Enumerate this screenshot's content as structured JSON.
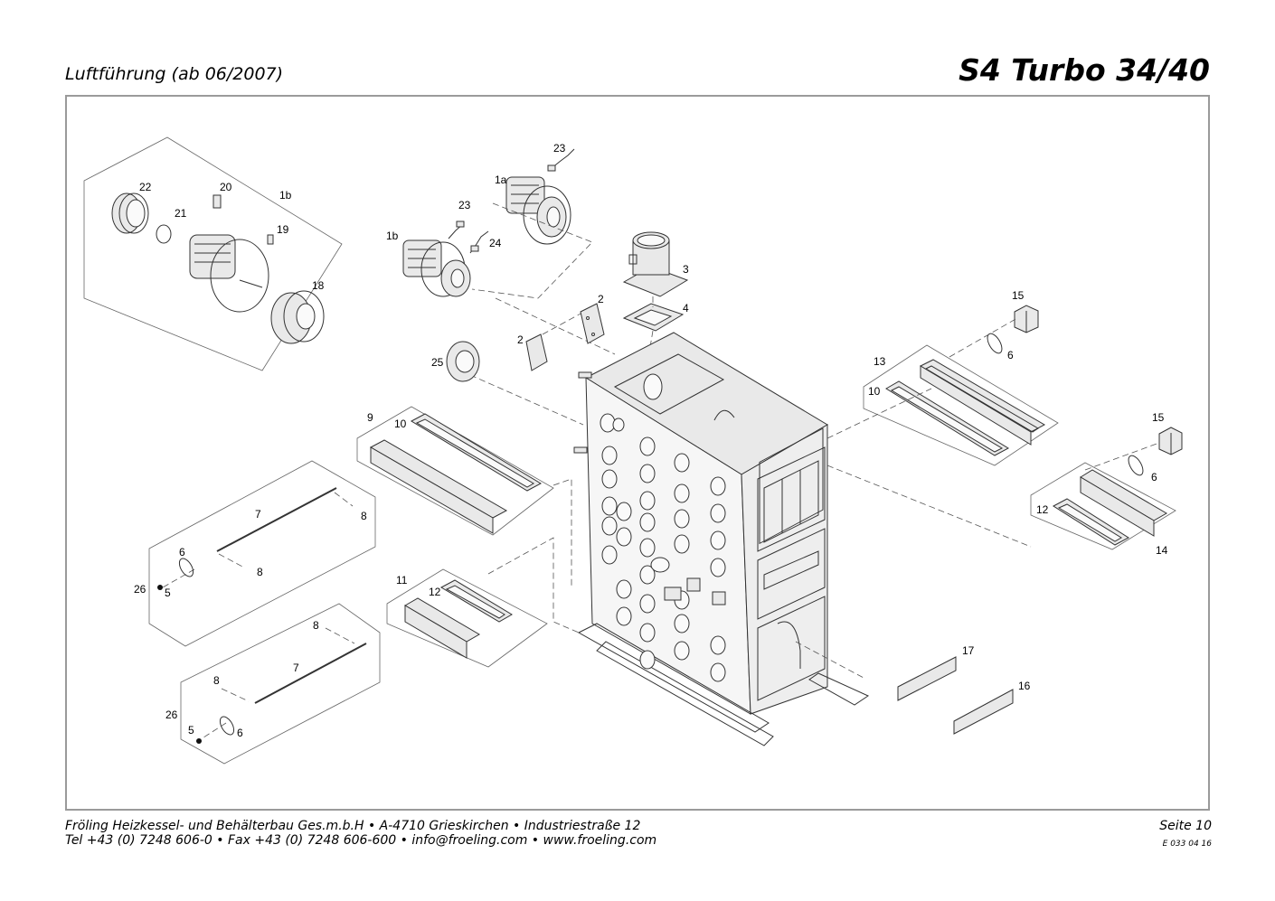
{
  "header": {
    "section_title": "Luftführung (ab 06/2007)",
    "model_title": "S4 Turbo 34/40"
  },
  "footer": {
    "company_line": "Fröling Heizkessel- und Behälterbau Ges.m.b.H   •  A-4710 Grieskirchen   •   Industriestraße 12",
    "contact_line": "Tel +43 (0) 7248 606-0   •   Fax +43 (0) 7248 606-600   •   info@froeling.com   •   www.froeling.com",
    "page_label": "Seite 10",
    "doc_number": "E 033 04 16"
  },
  "callouts": {
    "c23a": "23",
    "c1a": "1a",
    "c22": "22",
    "c20": "20",
    "c1b_a": "1b",
    "c21": "21",
    "c19": "19",
    "c23b": "23",
    "c1b_b": "1b",
    "c24": "24",
    "c18": "18",
    "c3": "3",
    "c4": "4",
    "c2a": "2",
    "c2b": "2",
    "c25": "25",
    "c15a": "15",
    "c6a": "6",
    "c13": "13",
    "c10a": "10",
    "c9": "9",
    "c10b": "10",
    "c15b": "15",
    "c6b": "6",
    "c12a": "12",
    "c14": "14",
    "c7a": "7",
    "c8a": "8",
    "c6c": "6",
    "c8b": "8",
    "c26a": "26",
    "c5a": "5",
    "c11": "11",
    "c12b": "12",
    "c8c": "8",
    "c7b": "7",
    "c8d": "8",
    "c26b": "26",
    "c5b": "5",
    "c6d": "6",
    "c17": "17",
    "c16": "16"
  }
}
